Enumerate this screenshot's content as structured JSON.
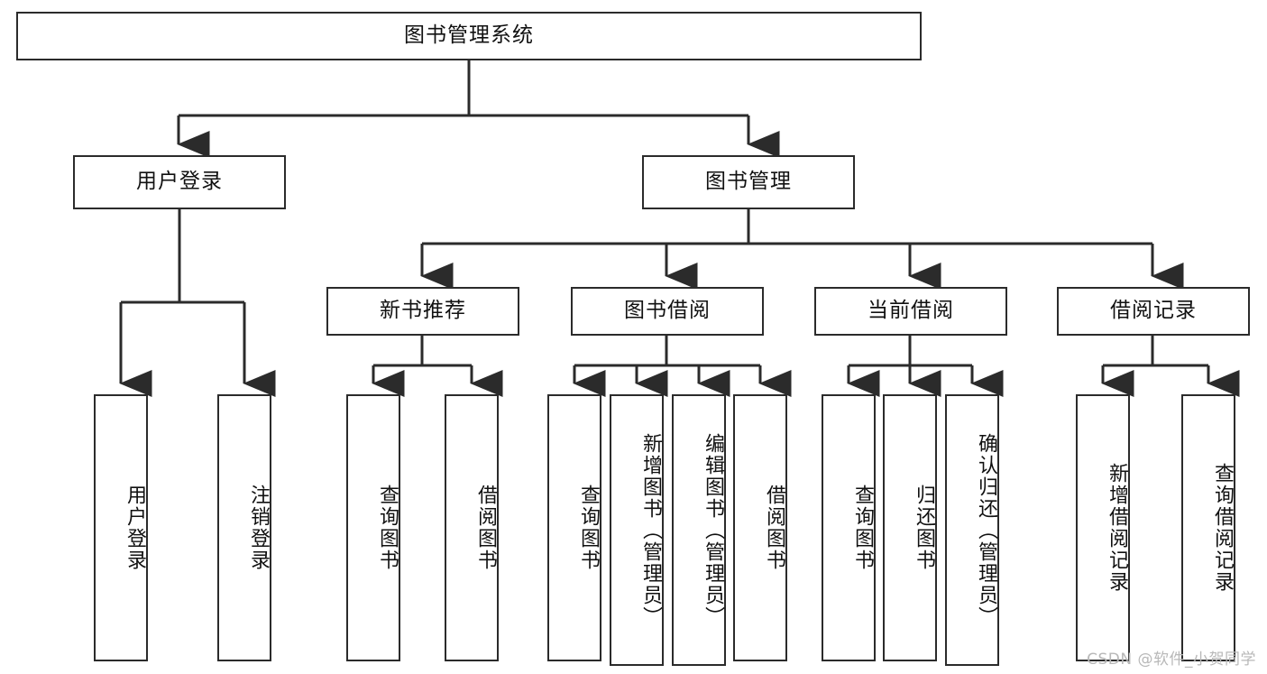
{
  "diagram": {
    "title": "图书管理系统",
    "watermark": "CSDN @软件_小贺同学",
    "line_color": "#2b2b2b",
    "box_fill": "#ffffff",
    "text_color": "#111111",
    "levels": {
      "root": "图书管理系统",
      "level2": [
        "用户登录",
        "图书管理"
      ],
      "level3": [
        "新书推荐",
        "图书借阅",
        "当前借阅",
        "借阅记录"
      ]
    },
    "nodes": {
      "root": {
        "label": "图书管理系统"
      },
      "user_login": {
        "label": "用户登录"
      },
      "book_manage": {
        "label": "图书管理"
      },
      "new_book_rec": {
        "label": "新书推荐"
      },
      "book_borrow": {
        "label": "图书借阅"
      },
      "current_borrow": {
        "label": "当前借阅"
      },
      "borrow_record": {
        "label": "借阅记录"
      },
      "leaf_user_login": {
        "label": "用户登录"
      },
      "leaf_logout": {
        "label": "注销登录"
      },
      "leaf_query_book_1": {
        "label": "查询图书"
      },
      "leaf_borrow_book_1": {
        "label": "借阅图书"
      },
      "leaf_query_book_2": {
        "label": "查询图书"
      },
      "leaf_add_book_admin": {
        "label": "新增图书（管理员）"
      },
      "leaf_edit_book_admin": {
        "label": "编辑图书（管理员）"
      },
      "leaf_borrow_book_2": {
        "label": "借阅图书"
      },
      "leaf_query_book_3": {
        "label": "查询图书"
      },
      "leaf_return_book": {
        "label": "归还图书"
      },
      "leaf_confirm_return_admin": {
        "label": "确认归还（管理员）"
      },
      "leaf_add_record": {
        "label": "新增借阅记录"
      },
      "leaf_query_record": {
        "label": "查询借阅记录"
      }
    },
    "edges": [
      {
        "from": "root",
        "to": "user_login"
      },
      {
        "from": "root",
        "to": "book_manage"
      },
      {
        "from": "user_login",
        "to": "leaf_user_login"
      },
      {
        "from": "user_login",
        "to": "leaf_logout"
      },
      {
        "from": "book_manage",
        "to": "new_book_rec"
      },
      {
        "from": "book_manage",
        "to": "book_borrow"
      },
      {
        "from": "book_manage",
        "to": "current_borrow"
      },
      {
        "from": "book_manage",
        "to": "borrow_record"
      },
      {
        "from": "new_book_rec",
        "to": "leaf_query_book_1"
      },
      {
        "from": "new_book_rec",
        "to": "leaf_borrow_book_1"
      },
      {
        "from": "book_borrow",
        "to": "leaf_query_book_2"
      },
      {
        "from": "book_borrow",
        "to": "leaf_add_book_admin"
      },
      {
        "from": "book_borrow",
        "to": "leaf_edit_book_admin"
      },
      {
        "from": "book_borrow",
        "to": "leaf_borrow_book_2"
      },
      {
        "from": "current_borrow",
        "to": "leaf_query_book_3"
      },
      {
        "from": "current_borrow",
        "to": "leaf_return_book"
      },
      {
        "from": "current_borrow",
        "to": "leaf_confirm_return_admin"
      },
      {
        "from": "borrow_record",
        "to": "leaf_add_record"
      },
      {
        "from": "borrow_record",
        "to": "leaf_query_record"
      }
    ]
  }
}
